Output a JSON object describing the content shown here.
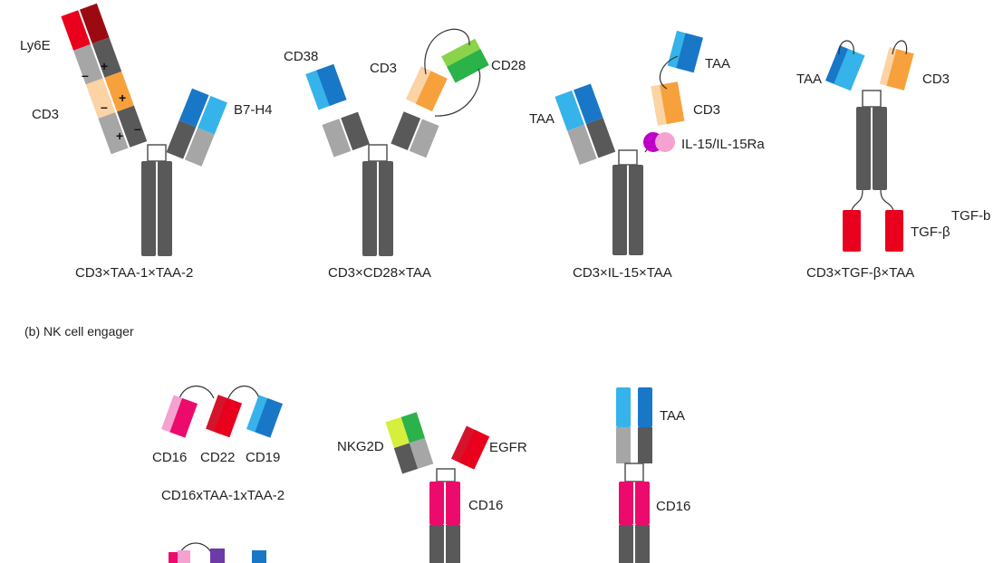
{
  "section_b": "(b) NK cell engager",
  "constructs": {
    "c1": {
      "caption": "CD3×TAA-1×TAA-2",
      "ly6e": "Ly6E",
      "cd3": "CD3",
      "b7h4": "B7-H4",
      "minus": "–",
      "plus": "+"
    },
    "c2": {
      "caption": "CD3×CD28×TAA",
      "cd38": "CD38",
      "cd3": "CD3",
      "cd28": "CD28"
    },
    "c3": {
      "caption": "CD3×IL-15×TAA",
      "taa_left": "TAA",
      "taa_top": "TAA",
      "cd3": "CD3",
      "il15": "IL-15/IL-15Ra"
    },
    "c4": {
      "caption": "CD3×TGF-β×TAA",
      "taa": "TAA",
      "cd3": "CD3",
      "tgfb": "TGF-β",
      "tgfb2": "TGF-b"
    },
    "n1": {
      "caption": "CD16xTAA-1xTAA-2",
      "cd16": "CD16",
      "cd22": "CD22",
      "cd19": "CD19"
    },
    "n2": {
      "nkg2d": "NKG2D",
      "egfr": "EGFR",
      "cd16": "CD16"
    },
    "n3": {
      "taa": "TAA",
      "cd16": "CD16"
    }
  },
  "colors": {
    "dark_gray": "#595959",
    "light_gray": "#a6a6a6",
    "red": "#e8001c",
    "dark_red": "#9b0a10",
    "orange": "#f7a13c",
    "light_orange": "#fbd3a5",
    "blue": "#1977c8",
    "light_blue": "#35b3ea",
    "green": "#2bb24a",
    "light_green": "#8bd34b",
    "magenta": "#c000c8",
    "pink": "#f5a2d1",
    "hot_pink": "#ec0a6c",
    "crimson": "#d4142a",
    "purple": "#6e3aa7",
    "yellow_green": "#d6ee3c"
  }
}
